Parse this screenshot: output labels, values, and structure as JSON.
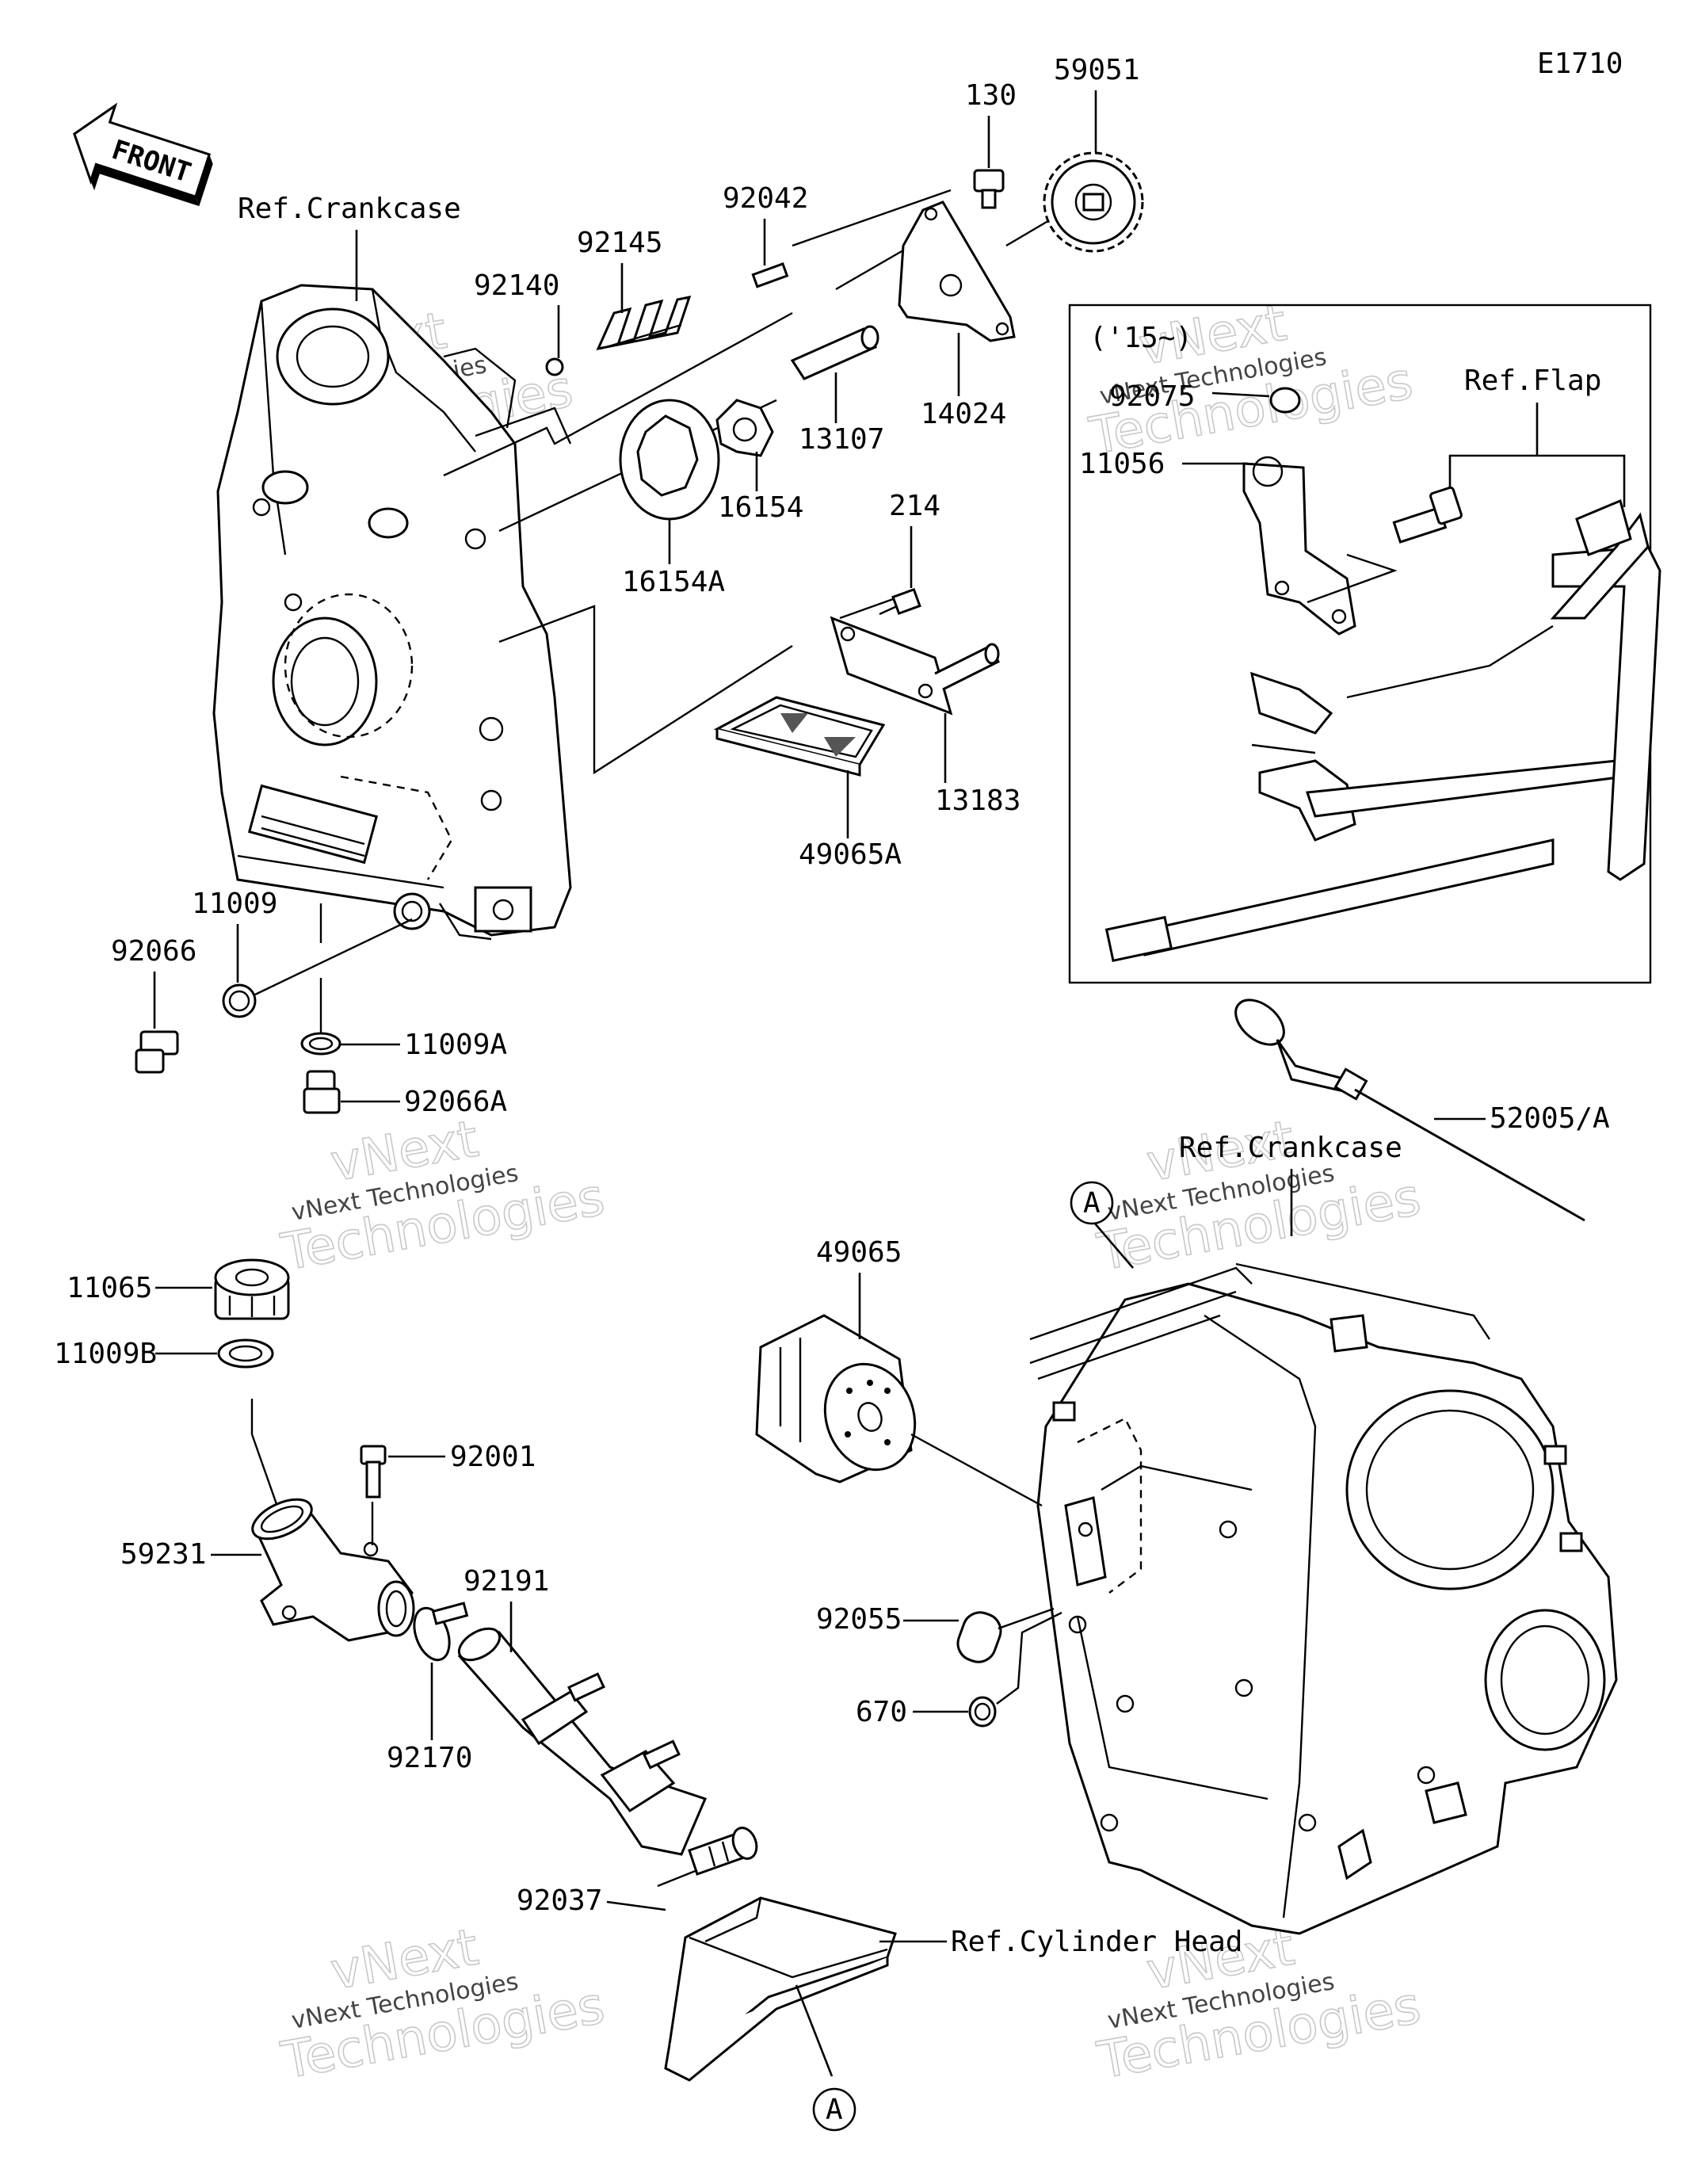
{
  "diagram_code": "E1710",
  "front_label": "FRONT",
  "refs": {
    "crankcase_top": "Ref.Crankcase",
    "crankcase_bottom": "Ref.Crankcase",
    "flap": "Ref.Flap",
    "cylinder_head": "Ref.Cylinder Head"
  },
  "inset_year": "('15~)",
  "markers": {
    "a_top": "A",
    "a_bottom": "A"
  },
  "watermark": {
    "line1": "vNext",
    "line2": "vNext Technologies",
    "line3": "Technologies"
  },
  "parts": {
    "p59051": "59051",
    "p130": "130",
    "p92042": "92042",
    "p92145": "92145",
    "p92140": "92140",
    "p13107": "13107",
    "p14024": "14024",
    "p16154": "16154",
    "p16154A": "16154A",
    "p214": "214",
    "p13183": "13183",
    "p49065A": "49065A",
    "p92075": "92075",
    "p11056": "11056",
    "p11009": "11009",
    "p92066": "92066",
    "p11009A": "11009A",
    "p92066A": "92066A",
    "p52005A": "52005/A",
    "p11065": "11065",
    "p11009B": "11009B",
    "p92001": "92001",
    "p59231": "59231",
    "p92191": "92191",
    "p92170": "92170",
    "p92037": "92037",
    "p49065": "49065",
    "p92055": "92055",
    "p670": "670"
  }
}
